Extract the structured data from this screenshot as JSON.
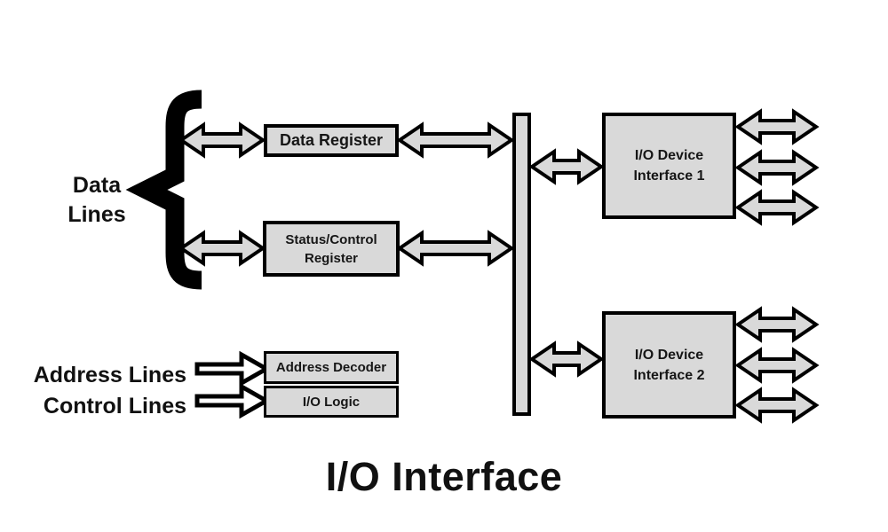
{
  "title": "I/O Interface",
  "labels": {
    "data_lines_line1": "Data",
    "data_lines_line2": "Lines",
    "address_lines": "Address Lines",
    "control_lines": "Control Lines"
  },
  "boxes": {
    "data_register": {
      "label": "Data Register"
    },
    "status_control_register": {
      "line1": "Status/Control",
      "line2": "Register"
    },
    "address_decoder": {
      "label": "Address Decoder"
    },
    "io_logic": {
      "label": "I/O Logic"
    },
    "io_device_interface_1": {
      "line1": "I/O Device",
      "line2": "Interface 1"
    },
    "io_device_interface_2": {
      "line1": "I/O Device",
      "line2": "Interface 2"
    }
  },
  "colors": {
    "background": "#ffffff",
    "shape_fill": "#d9d9d9",
    "outline": "#000000",
    "hollow_arrow_fill": "#ffffff",
    "text": "#111111"
  }
}
